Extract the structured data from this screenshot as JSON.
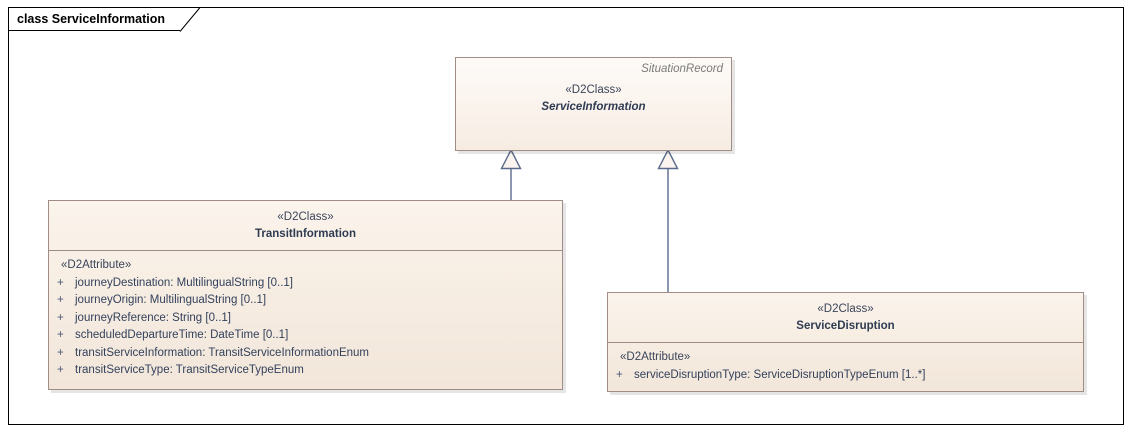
{
  "diagram": {
    "frame_label": "class ServiceInformation",
    "type": "uml-class-diagram",
    "colors": {
      "box_border": "#a08d86",
      "box_fill_top": "#fdfaf7",
      "box_fill_bottom": "#f6ece2",
      "text": "#33415c",
      "qualifier_text": "#7b7b7b",
      "connector": "#5a6a8c",
      "frame_border": "#000000"
    }
  },
  "classes": [
    {
      "id": "service-information",
      "qualifier": "SituationRecord",
      "stereotype": "«D2Class»",
      "name": "ServiceInformation",
      "abstract": true,
      "attributes_stereotype": "",
      "attributes": []
    },
    {
      "id": "transit-information",
      "qualifier": "",
      "stereotype": "«D2Class»",
      "name": "TransitInformation",
      "abstract": false,
      "attributes_stereotype": "«D2Attribute»",
      "attributes": [
        {
          "visibility": "+",
          "text": "journeyDestination: MultilingualString [0..1]"
        },
        {
          "visibility": "+",
          "text": "journeyOrigin: MultilingualString [0..1]"
        },
        {
          "visibility": "+",
          "text": "journeyReference: String [0..1]"
        },
        {
          "visibility": "+",
          "text": "scheduledDepartureTime: DateTime [0..1]"
        },
        {
          "visibility": "+",
          "text": "transitServiceInformation: TransitServiceInformationEnum"
        },
        {
          "visibility": "+",
          "text": "transitServiceType: TransitServiceTypeEnum"
        }
      ]
    },
    {
      "id": "service-disruption",
      "qualifier": "",
      "stereotype": "«D2Class»",
      "name": "ServiceDisruption",
      "abstract": false,
      "attributes_stereotype": "«D2Attribute»",
      "attributes": [
        {
          "visibility": "+",
          "text": "serviceDisruptionType: ServiceDisruptionTypeEnum [1..*]"
        }
      ]
    }
  ],
  "relationships": [
    {
      "id": "gen-transit-information",
      "kind": "generalization",
      "source": "transit-information",
      "target": "service-information",
      "arrow": "hollow-triangle"
    },
    {
      "id": "gen-service-disruption",
      "kind": "generalization",
      "source": "service-disruption",
      "target": "service-information",
      "arrow": "hollow-triangle"
    }
  ]
}
